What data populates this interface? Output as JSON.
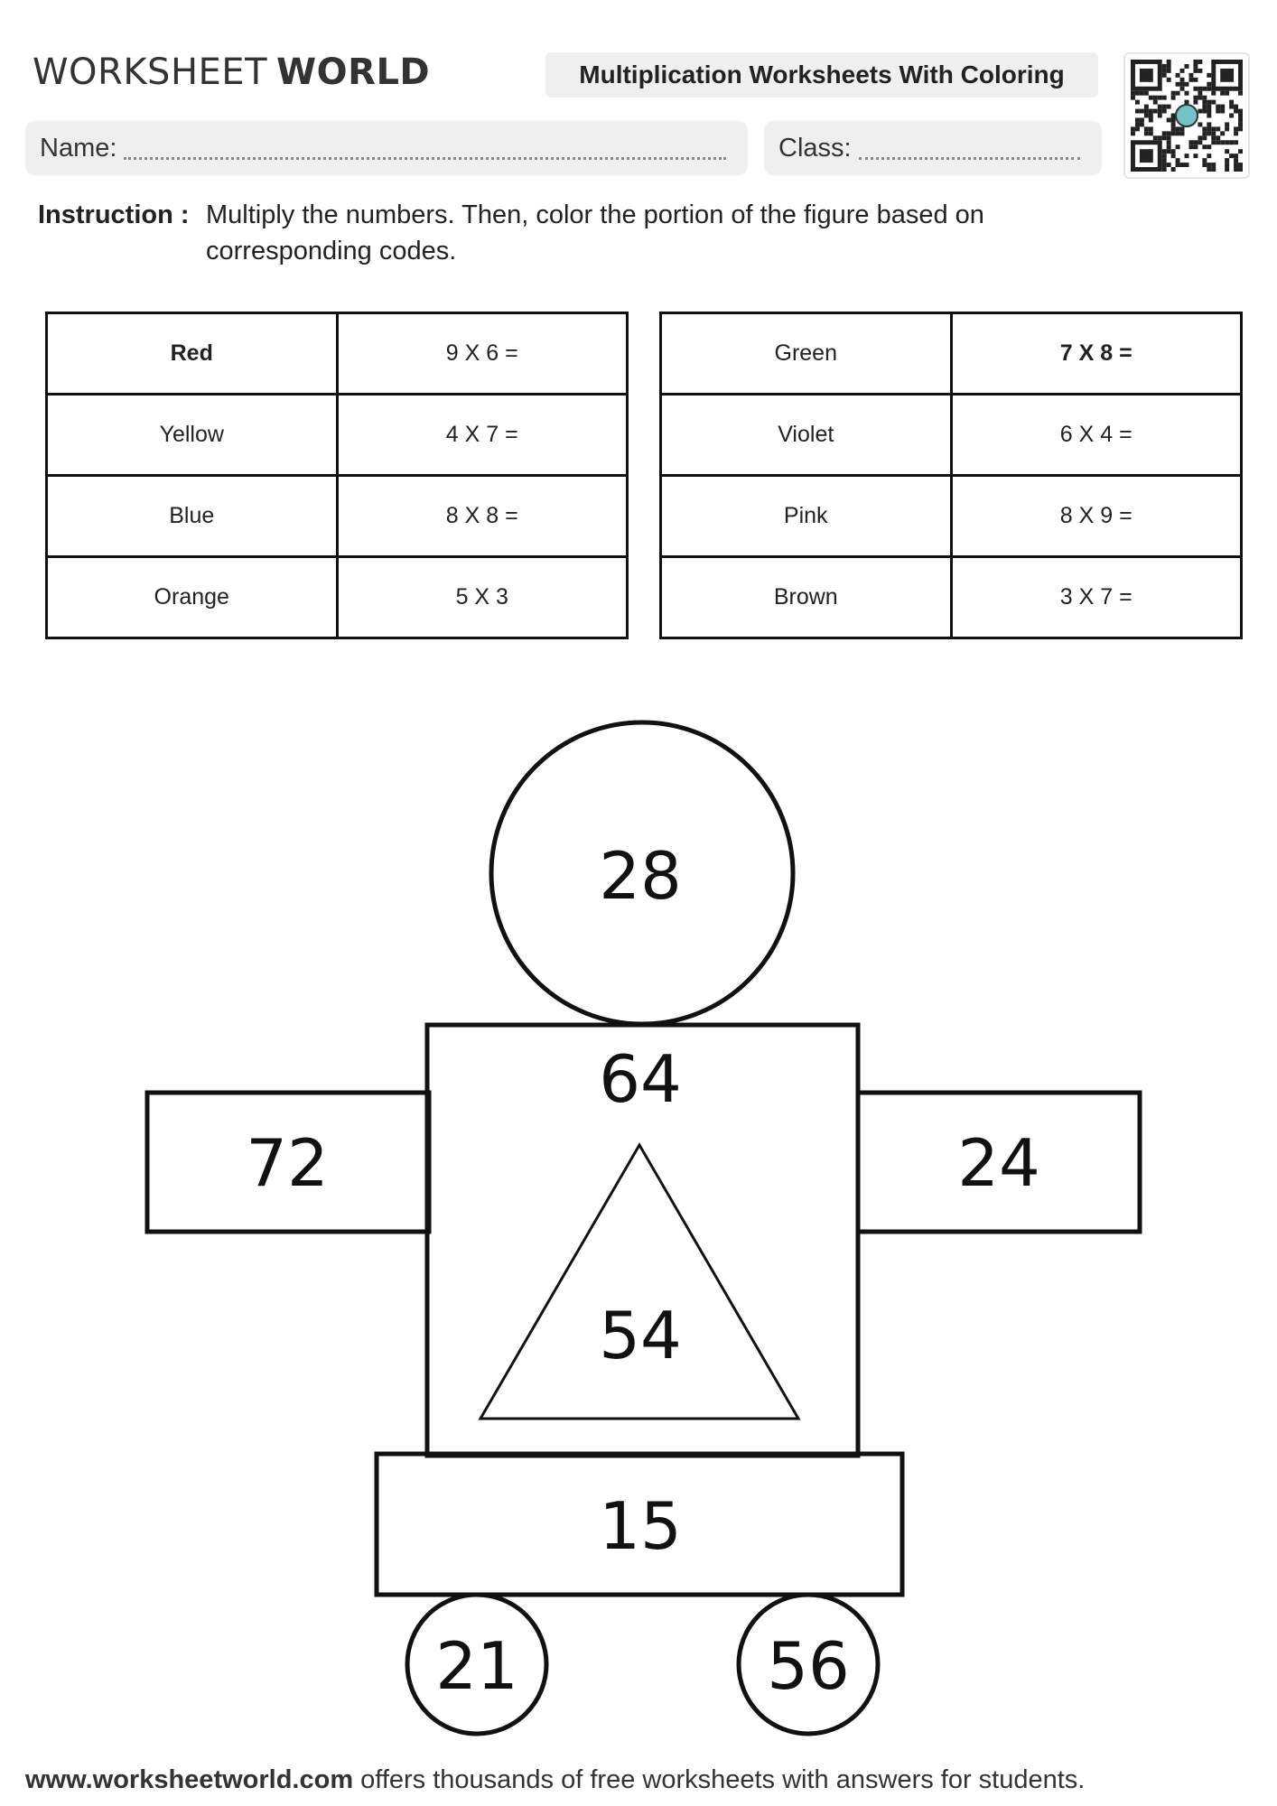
{
  "header": {
    "logo_text_light": "WORKSHEET",
    "logo_text_bold": "WORLD",
    "title": "Multiplication Worksheets With Coloring"
  },
  "fields": {
    "name_label": "Name:",
    "class_label": "Class:"
  },
  "instruction": {
    "label": "Instruction :",
    "text": "Multiply the numbers. Then, color the portion of the figure based on corresponding codes."
  },
  "tables": {
    "left": [
      {
        "color": "Red",
        "problem": "9 X 6 ="
      },
      {
        "color": "Yellow",
        "problem": "4 X 7 ="
      },
      {
        "color": "Blue",
        "problem": "8 X 8 ="
      },
      {
        "color": "Orange",
        "problem": "5 X 3"
      }
    ],
    "right": [
      {
        "color": "Green",
        "problem": "7 X 8 ="
      },
      {
        "color": "Violet",
        "problem": "6 X 4 ="
      },
      {
        "color": "Pink",
        "problem": "8 X 9 ="
      },
      {
        "color": "Brown",
        "problem": "3 X 7 ="
      }
    ]
  },
  "figure": {
    "head": "28",
    "body": "64",
    "left_arm": "72",
    "right_arm": "24",
    "triangle": "54",
    "base": "15",
    "left_wheel": "21",
    "right_wheel": "56"
  },
  "footer": {
    "url": "www.worksheetworld.com",
    "text": " offers thousands of free worksheets with answers for students."
  }
}
